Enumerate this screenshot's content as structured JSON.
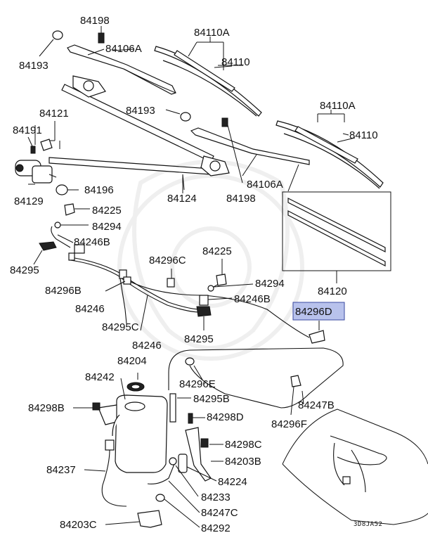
{
  "diagram_code": "3D8JA52",
  "highlight_color": "#b8c2ec",
  "highlighted_part": "84296D",
  "labels": {
    "l84198a": "84198",
    "l84193a": "84193",
    "l84106aa": "84106A",
    "l84110aa": "84110A",
    "l84110a": "84110",
    "l84121": "84121",
    "l84193b": "84193",
    "l84191": "84191",
    "l84110ab": "84110A",
    "l84110b": "84110",
    "l84129": "84129",
    "l84196": "84196",
    "l84124": "84124",
    "l84198b": "84198",
    "l84106ab": "84106A",
    "l84225a": "84225",
    "l84294a": "84294",
    "l84246ba": "84246B",
    "l84295a": "84295",
    "l84296ca": "84296C",
    "l84225b": "84225",
    "l84296b": "84296B",
    "l84294b": "84294",
    "l84120": "84120",
    "l84246a": "84246",
    "l84246bb": "84246B",
    "l84296d": "84296D",
    "l84295c": "84295C",
    "l84295b": "84295",
    "l84246b": "84246",
    "l84204": "84204",
    "l84242": "84242",
    "l84296e": "84296E",
    "l84298b": "84298B",
    "l84295bb": "84295B",
    "l84247b": "84247B",
    "l84298d": "84298D",
    "l84296f": "84296F",
    "l84298c": "84298C",
    "l84203b": "84203B",
    "l84237": "84237",
    "l84224": "84224",
    "l84233": "84233",
    "l84247c": "84247C",
    "l84203c": "84203C",
    "l84292": "84292"
  }
}
